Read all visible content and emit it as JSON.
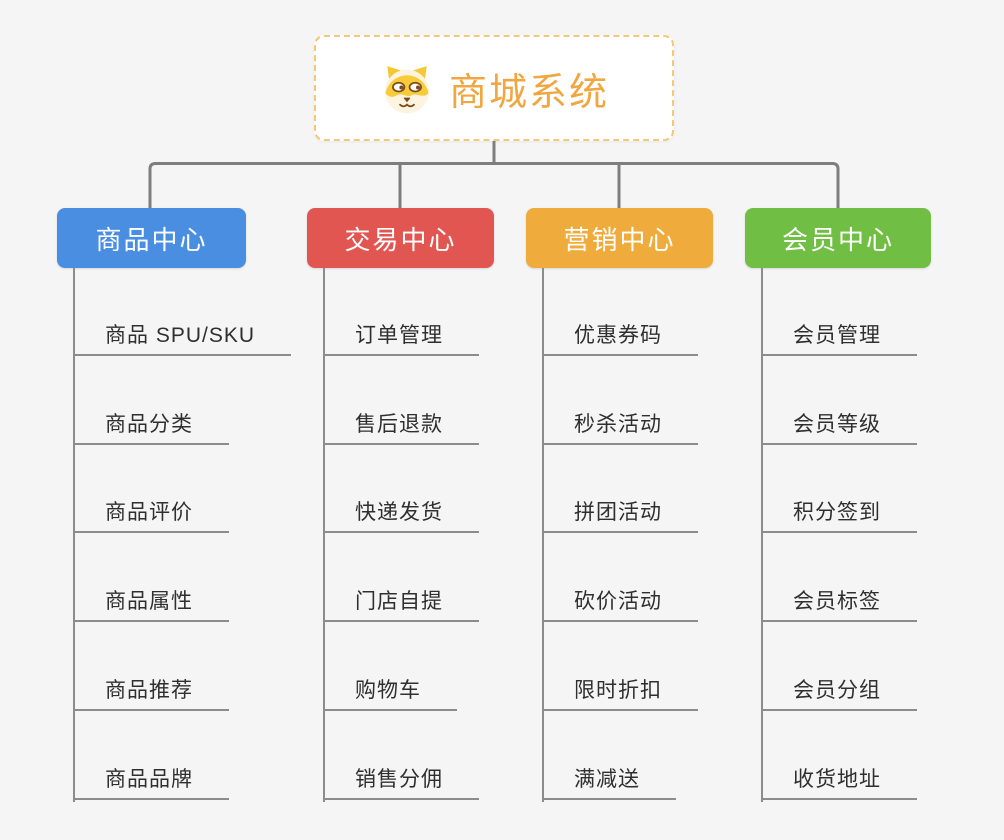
{
  "styles": {
    "background": "#F5F5F6",
    "connector_color": "#7E7E7E",
    "leaf_line_color": "#8C8C8C",
    "leaf_text_color": "#2F2F2F",
    "root_text_color": "#F0A740",
    "root_border_color": "#F5C874"
  },
  "root": {
    "label": "商城系统",
    "icon": "dog-face-icon"
  },
  "branches": [
    {
      "id": "product-center",
      "label": "商品中心",
      "color": "#4A8EE2",
      "children": [
        "商品 SPU/SKU",
        "商品分类",
        "商品评价",
        "商品属性",
        "商品推荐",
        "商品品牌"
      ]
    },
    {
      "id": "trade-center",
      "label": "交易中心",
      "color": "#E25652",
      "children": [
        "订单管理",
        "售后退款",
        "快递发货",
        "门店自提",
        "购物车",
        "销售分佣"
      ]
    },
    {
      "id": "marketing-center",
      "label": "营销中心",
      "color": "#EFAC3D",
      "children": [
        "优惠券码",
        "秒杀活动",
        "拼团活动",
        "砍价活动",
        "限时折扣",
        "满减送"
      ]
    },
    {
      "id": "member-center",
      "label": "会员中心",
      "color": "#70BF44",
      "children": [
        "会员管理",
        "会员等级",
        "积分签到",
        "会员标签",
        "会员分组",
        "收货地址"
      ]
    }
  ]
}
